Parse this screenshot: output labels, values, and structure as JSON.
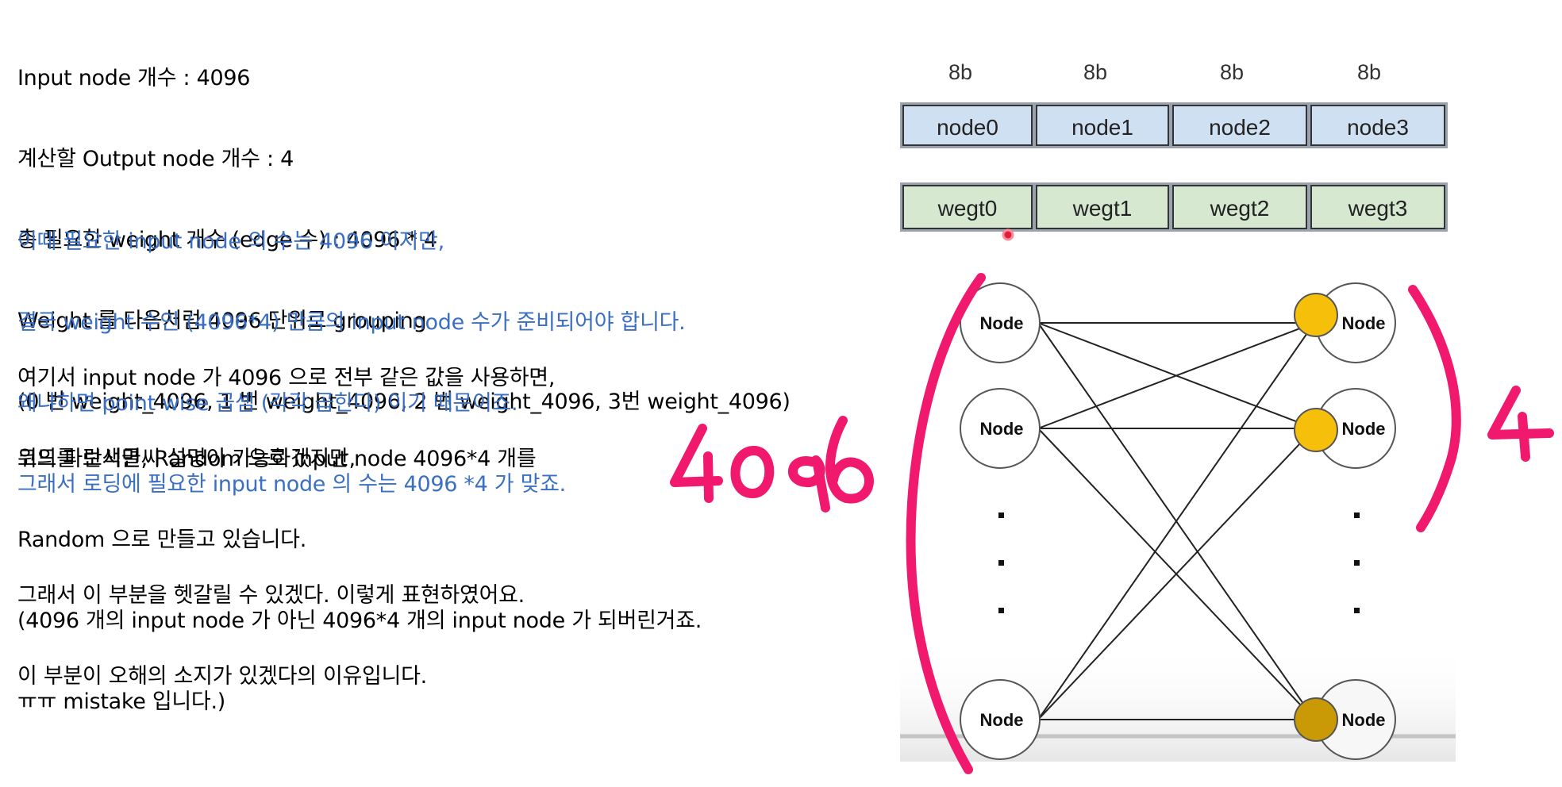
{
  "left_text": {
    "para1": [
      "Input node 개수 : 4096",
      "계산할 Output node 개수 : 4",
      "총 필요한 weight 개수 (edge 수) : 4096 * 4",
      "Weight 를 다음처럼 4096 단위로 grouping",
      "(0 번 weight_4096, 1 번 weight_4096, 2 번 weight_4096, 3번 weight_4096)"
    ],
    "para2_blue": [
      "이때 필요한 input node 의 수는 4096 이지만,",
      "결국 weight 수인 (4096*4) 만큼의 input node 수가 준비되어야 합니다.",
      "왜냐하면 point wise 곱셈 (각각 곱한다) 이기 때문이죠.",
      "그래서 로딩에 필요한 input node 의 수는 4096 *4 가 맞죠."
    ],
    "para3": [
      "여기서 input node 가 4096 으로 전부 같은 값을 사용하면,",
      "위의 파란색글씨 설명이 가능하겠지만,"
    ],
    "para4": [
      "코드를 보시면, Random 으로 input node 4096*4 개를",
      "Random 으로 만들고 있습니다.",
      "(4096 개의 input node 가 아닌 4096*4 개의 input node 가 되버린거죠.",
      "ㅠㅠ mistake 입니다.)"
    ],
    "para5": [
      "그래서 이 부분을 헷갈릴 수 있겠다. 이렇게 표현하였어요.",
      "이 부분이 오해의 소지가 있겠다의 이유입니다."
    ]
  },
  "diagram": {
    "bit_labels": [
      "8b",
      "8b",
      "8b",
      "8b"
    ],
    "node_cells": [
      "node0",
      "node1",
      "node2",
      "node3"
    ],
    "weight_cells": [
      "wegt0",
      "wegt1",
      "wegt2",
      "wegt3"
    ],
    "input_node_label": "Node",
    "output_node_label": "Node",
    "handwritten_left": "4096",
    "handwritten_right": "4",
    "colors": {
      "node_row": "#cfe0f3",
      "weight_row": "#d6e8d0",
      "output_dot": "#f5bf0a",
      "annotation": "#f0196e"
    }
  }
}
